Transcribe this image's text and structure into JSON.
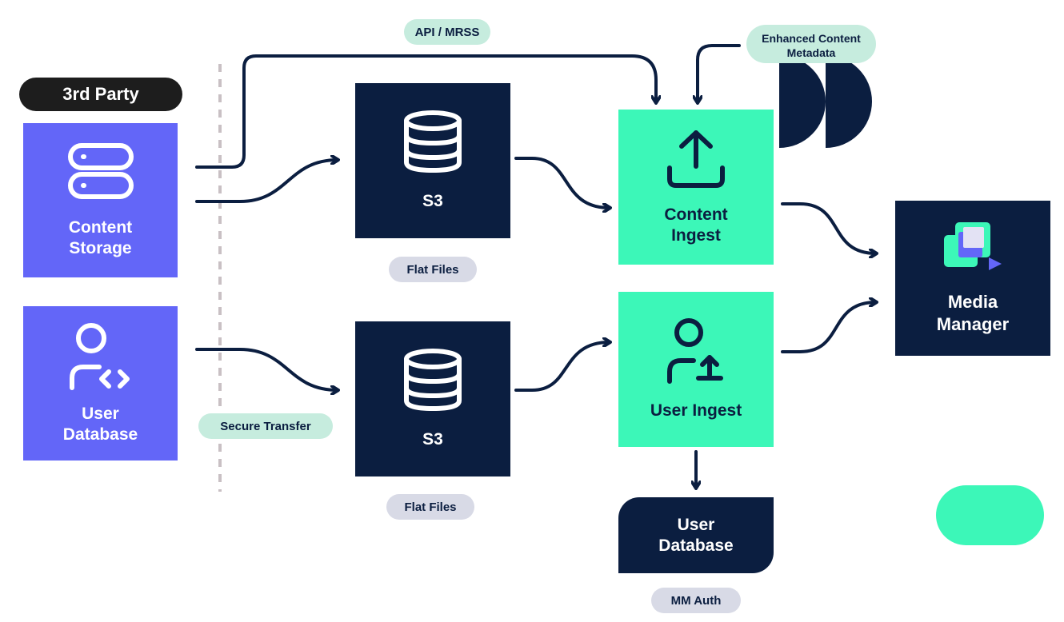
{
  "header": {
    "third_party": "3rd Party"
  },
  "nodes": {
    "content_storage": "Content\nStorage",
    "user_database_src": "User\nDatabase",
    "s3_top": "S3",
    "s3_bottom": "S3",
    "content_ingest": "Content\nIngest",
    "user_ingest": "User Ingest",
    "media_manager": "Media\nManager",
    "user_database_out": "User\nDatabase"
  },
  "labels": {
    "api_mrss": "API / MRSS",
    "enhanced_metadata": "Enhanced Content\nMetadata",
    "flat_files_top": "Flat Files",
    "flat_files_bottom": "Flat Files",
    "secure_transfer": "Secure Transfer",
    "mm_auth": "MM Auth"
  },
  "colors": {
    "purple": "#6366f8",
    "navy": "#0b1e40",
    "mint": "#3cf7b8",
    "arrow": "#0b1e40",
    "pill_gray": "#d8dae6",
    "pill_green": "#c6ecde",
    "dark_pill": "#1d1d1d"
  },
  "icons": {
    "content_storage": "server-icon",
    "user_database_src": "user-code-icon",
    "s3": "database-icon",
    "content_ingest": "upload-icon",
    "user_ingest": "user-upload-icon",
    "media_manager": "media-layers-icon"
  }
}
